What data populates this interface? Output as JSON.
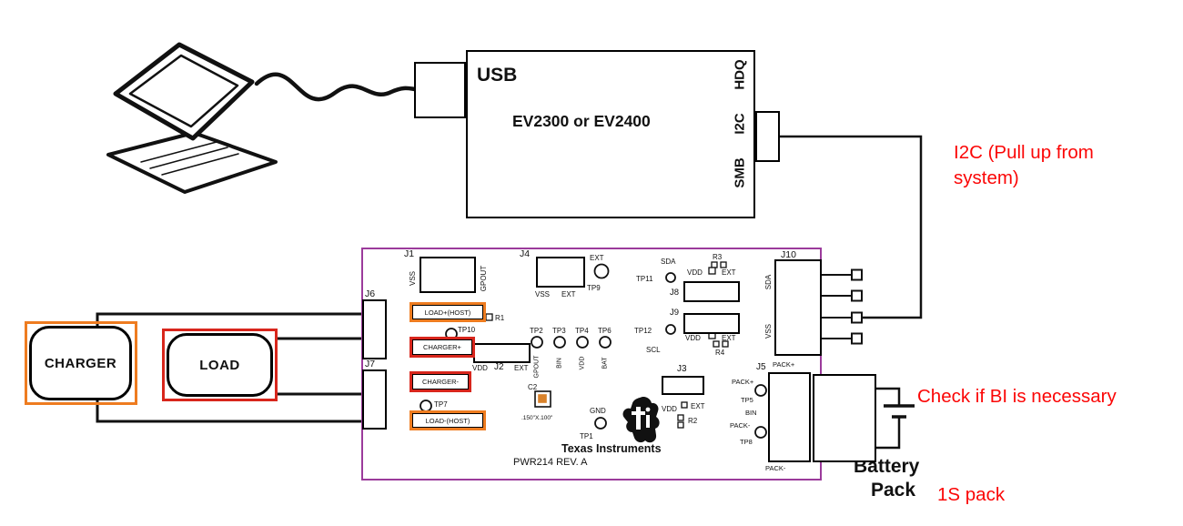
{
  "annotations": {
    "i2c_pullup_line1": "I2C (Pull up from",
    "i2c_pullup_line2": "system)",
    "check_bi": "Check if BI is necessary",
    "battery_line1": "Battery",
    "battery_line2": "Pack",
    "pack_type": "1S pack"
  },
  "interface_box": {
    "usb": "USB",
    "title": "EV2300 or EV2400",
    "port_hdq": "HDQ",
    "port_i2c": "I2C",
    "port_smb": "SMB"
  },
  "external": {
    "charger": "CHARGER",
    "load": "LOAD"
  },
  "board": {
    "silkscreen_title": "Texas Instruments",
    "board_name": "PWR214 REV. A",
    "j1": "J1",
    "j1_vss": "VSS",
    "j1_gpout": "GPOUT",
    "j4": "J4",
    "j4_vss": "VSS",
    "j4_ext": "EXT",
    "tp9_ext": "EXT",
    "tp9": "TP9",
    "sda": "SDA",
    "tp11": "TP11",
    "j8": "J8",
    "r3": "R3",
    "j8_vdd": "VDD",
    "j8_ext": "EXT",
    "tp12": "TP12",
    "scl": "SCL",
    "j9": "J9",
    "r4": "R4",
    "j9_vdd": "VDD",
    "j9_ext": "EXT",
    "j10": "J10",
    "j10_sda": "SDA",
    "j10_vss": "VSS",
    "j6": "J6",
    "j7": "J7",
    "load_plus": "LOAD+(HOST)",
    "charger_plus": "CHARGER+",
    "charger_minus": "CHARGER-",
    "load_minus": "LOAD-(HOST)",
    "tp10": "TP10",
    "r1": "R1",
    "j2": "J2",
    "j2_vdd": "VDD",
    "j2_ext": "EXT",
    "tp2": "TP2",
    "tp3": "TP3",
    "tp4": "TP4",
    "tp6": "TP6",
    "tp2_sig": "GPOUT",
    "tp3_sig": "BIN",
    "tp4_sig": "VDD",
    "tp6_sig": "BAT",
    "tp7": "TP7",
    "c2": "C2",
    "footprint_note": ".150\"X.100\"",
    "gnd": "GND",
    "tp1": "TP1",
    "j3": "J3",
    "j3_vdd": "VDD",
    "j3_ext": "EXT",
    "r2": "R2",
    "j5": "J5",
    "j5_pack_plus": "PACK+",
    "pack_plus": "PACK+",
    "tp5": "TP5",
    "bin": "BIN",
    "pack_minus": "PACK-",
    "tp8": "TP8",
    "j5_pack_minus": "PACK-"
  },
  "colors": {
    "annotation_red": "#fb0606",
    "highlight_red": "#d8261c",
    "highlight_orange": "#ee7c20",
    "board_outline_purple": "#9b3b9b",
    "silkscreen_mark_orange": "#d9822b"
  }
}
